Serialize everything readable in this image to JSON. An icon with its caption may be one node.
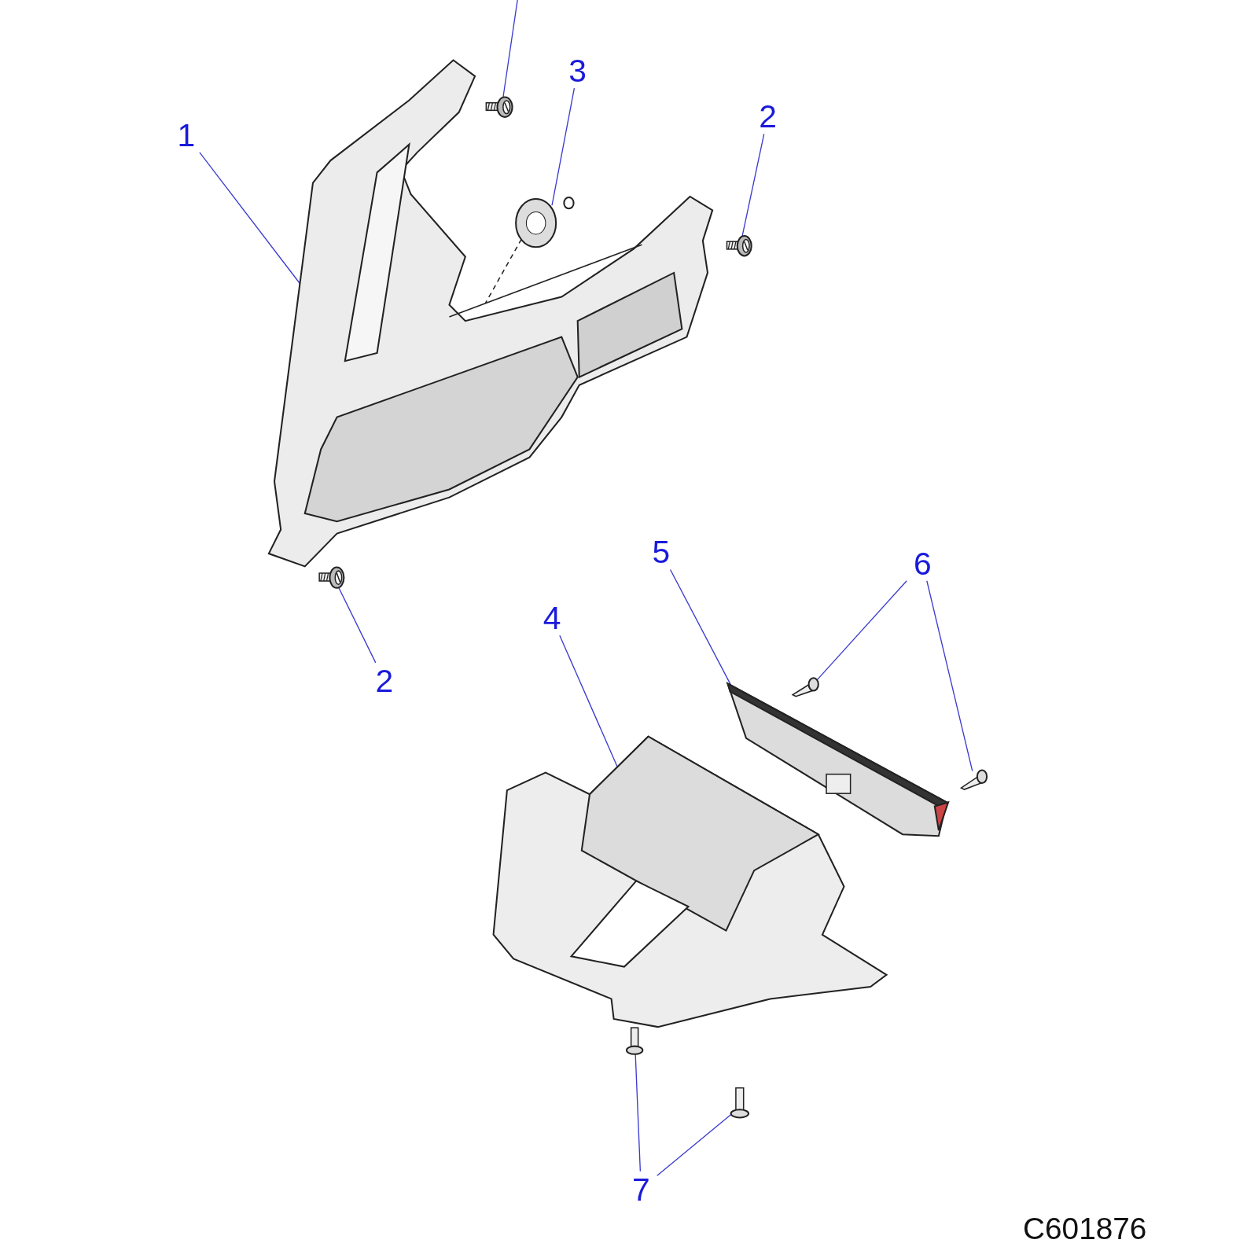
{
  "diagram": {
    "nodes": [
      {
        "text": [
          "1"
        ]
      },
      {
        "text": [],
        "shape": "picture"
      },
      {
        "text": [
          "3"
        ]
      },
      {
        "text": [],
        "shape": "picture"
      },
      {
        "text": [
          "2"
        ]
      },
      {
        "text": [],
        "shape": "picture"
      },
      {
        "text": [],
        "shape": "picture"
      },
      {
        "text": [
          "2"
        ]
      },
      {
        "text": [],
        "shape": "picture"
      },
      {
        "text": [
          "4"
        ]
      },
      {
        "text": [],
        "shape": "picture"
      },
      {
        "text": [
          "5"
        ]
      },
      {
        "text": [],
        "shape": "picture"
      },
      {
        "text": [
          "6"
        ]
      },
      {
        "text": [],
        "shape": "picture"
      },
      {
        "text": [],
        "shape": "picture"
      },
      {
        "text": [
          "7"
        ]
      },
      {
        "text": [],
        "shape": "picture"
      },
      {
        "text": [],
        "shape": "picture"
      }
    ],
    "edges": [
      {
        "from": 0,
        "to": 1,
        "arrow": "none"
      },
      {
        "from": 2,
        "to": 3,
        "arrow": "none"
      },
      {
        "from": 4,
        "to": 5,
        "arrow": "none"
      },
      {
        "from": null,
        "to": 6,
        "arrow": "none"
      },
      {
        "from": 7,
        "to": 8,
        "arrow": "none"
      },
      {
        "from": 9,
        "to": 10,
        "arrow": "none"
      },
      {
        "from": 11,
        "to": 12,
        "arrow": "none"
      },
      {
        "from": 13,
        "to": 14,
        "arrow": "none"
      },
      {
        "from": 13,
        "to": 15,
        "arrow": "none"
      },
      {
        "from": 16,
        "to": 17,
        "arrow": "none"
      },
      {
        "from": 16,
        "to": 18,
        "arrow": "none"
      }
    ],
    "labels": [
      "C601876"
    ]
  }
}
